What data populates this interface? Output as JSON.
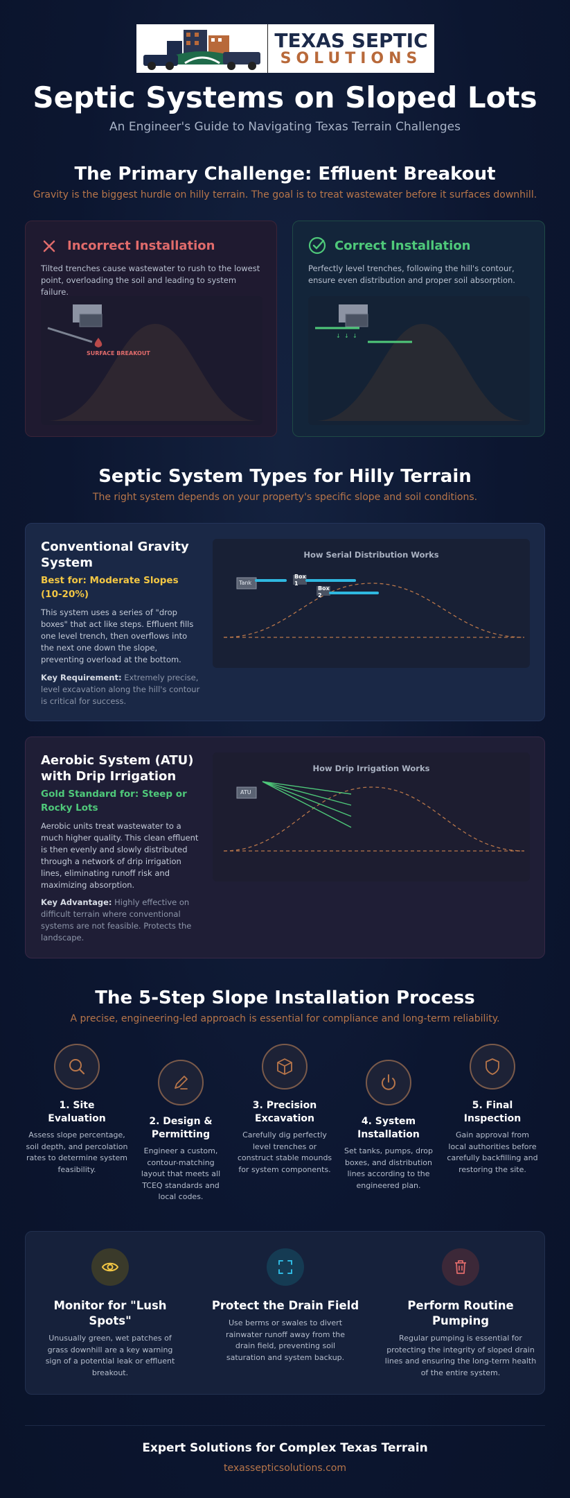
{
  "logo": {
    "line1": "TEXAS SEPTIC",
    "line2": "SOLUTIONS"
  },
  "header": {
    "title": "Septic Systems on Sloped Lots",
    "subtitle": "An Engineer's Guide to Navigating Texas Terrain Challenges"
  },
  "challenge": {
    "title": "The Primary Challenge: Effluent Breakout",
    "subtitle": "Gravity is the biggest hurdle on hilly terrain. The goal is to treat wastewater before it surfaces downhill.",
    "incorrect": {
      "title": "Incorrect Installation",
      "desc": "Tilted trenches cause wastewater to rush to the lowest point, overloading the soil and leading to system failure.",
      "breakout_label": "SURFACE BREAKOUT"
    },
    "correct": {
      "title": "Correct Installation",
      "desc": "Perfectly level trenches, following the hill's contour, ensure even distribution and proper soil absorption."
    }
  },
  "types": {
    "title": "Septic System Types for Hilly Terrain",
    "subtitle": "The right system depends on your property's specific slope and soil conditions.",
    "conventional": {
      "title": "Conventional Gravity System",
      "best": "Best for: Moderate Slopes (10-20%)",
      "desc": "This system uses a series of \"drop boxes\" that act like steps. Effluent fills one level trench, then overflows into the next one down the slope, preventing overload at the bottom.",
      "key_label": "Key Requirement:",
      "key_text": "Extremely precise, level excavation along the hill's contour is critical for success.",
      "diagram_title": "How Serial Distribution Works",
      "tank_label": "Tank",
      "box1_label": "Box 1",
      "box2_label": "Box 2"
    },
    "aerobic": {
      "title": "Aerobic System (ATU) with Drip Irrigation",
      "best": "Gold Standard for: Steep or Rocky Lots",
      "desc": "Aerobic units treat wastewater to a much higher quality. This clean effluent is then evenly and slowly distributed through a network of drip irrigation lines, eliminating runoff risk and maximizing absorption.",
      "key_label": "Key Advantage:",
      "key_text": "Highly effective on difficult terrain where conventional systems are not feasible. Protects the landscape.",
      "diagram_title": "How Drip Irrigation Works",
      "atu_label": "ATU"
    }
  },
  "process": {
    "title": "The 5-Step Slope Installation Process",
    "subtitle": "A precise, engineering-led approach is essential for compliance and long-term reliability.",
    "steps": [
      {
        "title": "1. Site Evaluation",
        "desc": "Assess slope percentage, soil depth, and percolation rates to determine system feasibility.",
        "icon": "search-icon"
      },
      {
        "title": "2. Design & Permitting",
        "desc": "Engineer a custom, contour-matching layout that meets all TCEQ standards and local codes.",
        "icon": "pencil-icon"
      },
      {
        "title": "3. Precision Excavation",
        "desc": "Carefully dig perfectly level trenches or construct stable mounds for system components.",
        "icon": "cube-icon"
      },
      {
        "title": "4. System Installation",
        "desc": "Set tanks, pumps, drop boxes, and distribution lines according to the engineered plan.",
        "icon": "power-icon"
      },
      {
        "title": "5. Final Inspection",
        "desc": "Gain approval from local authorities before carefully backfilling and restoring the site.",
        "icon": "shield-icon"
      }
    ]
  },
  "tips": [
    {
      "title": "Monitor for \"Lush Spots\"",
      "desc": "Unusually green, wet patches of grass downhill are a key warning sign of a potential leak or effluent breakout.",
      "icon": "eye-icon"
    },
    {
      "title": "Protect the Drain Field",
      "desc": "Use berms or swales to divert rainwater runoff away from the drain field, preventing soil saturation and system backup.",
      "icon": "focus-frame-icon"
    },
    {
      "title": "Perform Routine Pumping",
      "desc": "Regular pumping is essential for protecting the integrity of sloped drain lines and ensuring the long-term health of the entire system.",
      "icon": "trash-icon"
    }
  ],
  "footer": {
    "title": "Expert Solutions for Complex Texas Terrain",
    "url": "texassepticsolutions.com"
  },
  "colors": {
    "accent_orange": "#b8764a",
    "bad_red": "#e06b6b",
    "good_green": "#4fc97a",
    "gold": "#f3c744",
    "pipe_blue": "#2fb8e0"
  }
}
